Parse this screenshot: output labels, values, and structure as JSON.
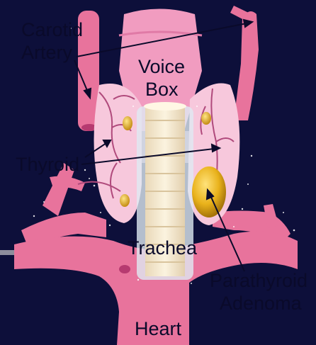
{
  "labels": {
    "carotid_line1": "Carotid",
    "carotid_line2": "Artery",
    "voice_line1": "Voice",
    "voice_line2": "Box",
    "thyroid": "Thyroid",
    "trachea": "Trachea",
    "parathyroid_line1": "Parathyroid",
    "parathyroid_line2": "Adenoma",
    "heart": "Heart"
  },
  "colors": {
    "background": "#0d0f3a",
    "artery": "#e8739c",
    "thyroid": "#f7c8dc",
    "larynx": "#f19cc0",
    "trachea": "#f3e6cc",
    "gland": "#e8b11f",
    "vein": "#b04a7c"
  }
}
